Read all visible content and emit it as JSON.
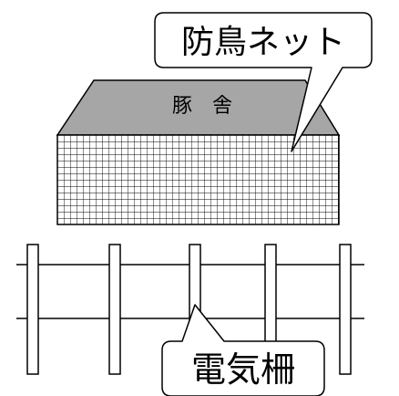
{
  "labels": {
    "barn_label": "豚　舎",
    "net_callout": "防鳥ネット",
    "fence_callout": "電気柵"
  },
  "colors": {
    "roof": "#a6a6a6",
    "outline": "#000000",
    "background": "#ffffff"
  }
}
